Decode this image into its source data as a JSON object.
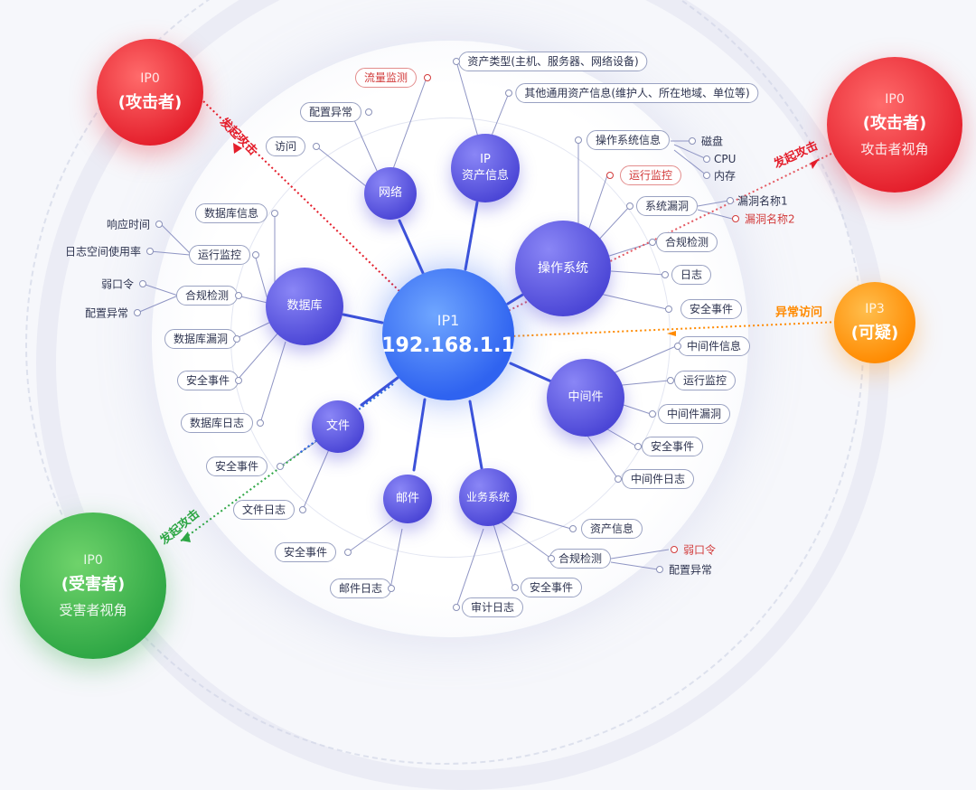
{
  "center": {
    "line1": "IP1",
    "line2": "192.168.1.1"
  },
  "actors": {
    "attacker_left": {
      "line1": "IP0",
      "line2": "(攻击者)"
    },
    "attacker_right": {
      "line1": "IP0",
      "line2": "(攻击者)",
      "line3": "攻击者视角"
    },
    "suspect": {
      "line1": "IP3",
      "line2": "(可疑)"
    },
    "victim": {
      "line1": "IP0",
      "line2": "(受害者)",
      "line3": "受害者视角"
    }
  },
  "edges": {
    "attack_left": "发起攻击",
    "attack_right": "发起攻击",
    "abnormal_access": "异常访问",
    "attack_victim": "发起攻击"
  },
  "hubs": {
    "network": "网络",
    "ip_asset": "IP\n资产信息",
    "os": "操作系统",
    "database": "数据库",
    "middleware": "中间件",
    "file": "文件",
    "mail": "邮件",
    "business": "业务系统"
  },
  "leaves": {
    "network": [
      "流量监测",
      "配置异常",
      "访问"
    ],
    "ip_asset": [
      "资产类型(主机、服务器、网络设备)",
      "其他通用资产信息(维护人、所在地域、单位等)"
    ],
    "os": [
      "操作系统信息",
      "运行监控",
      "系统漏洞",
      "合规检测",
      "日志",
      "安全事件"
    ],
    "os_sub": [
      "磁盘",
      "CPU",
      "内存",
      "漏洞名称1",
      "漏洞名称2"
    ],
    "database": [
      "数据库信息",
      "运行监控",
      "合规检测",
      "数据库漏洞",
      "安全事件",
      "数据库日志"
    ],
    "database_sub": [
      "响应时间",
      "日志空间使用率",
      "弱口令",
      "配置异常"
    ],
    "middleware": [
      "中间件信息",
      "运行监控",
      "中间件漏洞",
      "安全事件",
      "中间件日志"
    ],
    "file": [
      "安全事件",
      "文件日志"
    ],
    "mail": [
      "安全事件",
      "邮件日志"
    ],
    "business": [
      "资产信息",
      "合规检测",
      "安全事件",
      "审计日志"
    ],
    "business_sub": [
      "弱口令",
      "配置异常"
    ]
  },
  "colors": {
    "attack_red": "#e41e2b",
    "victim_green": "#2da644",
    "suspect_orange": "#ff8a00",
    "center_blue": "#2f63f0",
    "hub_purple": "#4b46d6",
    "alert_red": "#d23b3b"
  }
}
